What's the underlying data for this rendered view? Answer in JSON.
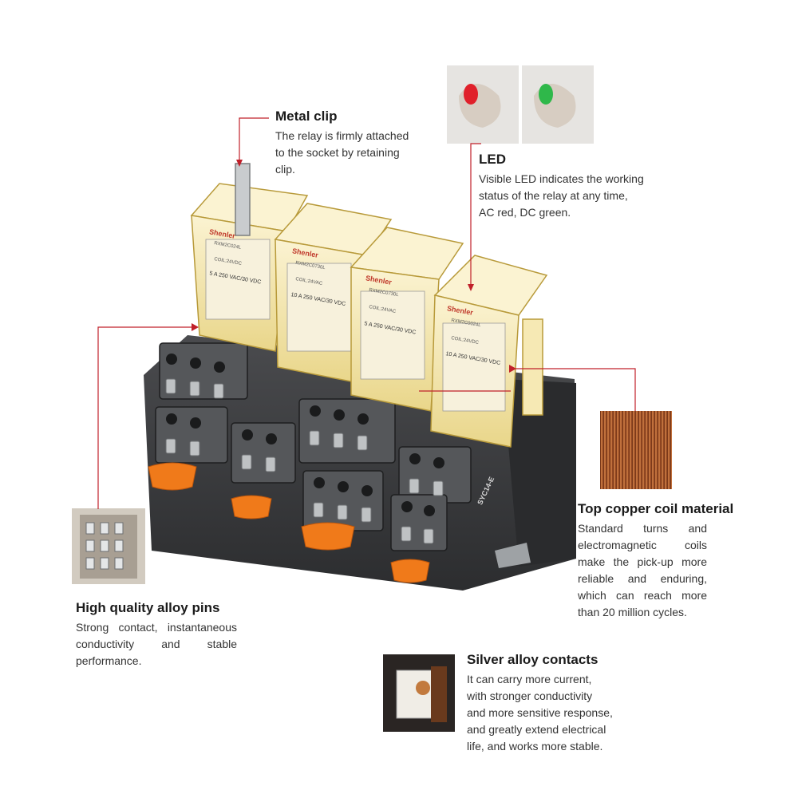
{
  "features": {
    "metal_clip": {
      "title": "Metal clip",
      "lines": [
        "The relay is firmly attached",
        "to the socket by retaining",
        "clip."
      ]
    },
    "led": {
      "title": "LED",
      "lines": [
        "Visible LED indicates the working",
        "status of the relay at any time,",
        "AC red, DC green."
      ]
    },
    "copper_coil": {
      "title": "Top copper coil material",
      "lines": [
        "Standard turns and",
        "electromagnetic coils",
        "make the pick-up more",
        "reliable and enduring,",
        "which can reach more",
        "than 20 million cycles."
      ]
    },
    "alloy_pins": {
      "title": "High quality alloy pins",
      "lines": [
        "Strong contact, instantaneous",
        "conductivity and stable",
        "performance."
      ]
    },
    "silver_contacts": {
      "title": "Silver alloy contacts",
      "lines": [
        "It can carry more current,",
        "with stronger conductivity",
        "and more sensitive response,",
        "and greatly extend electrical",
        "life, and works more stable."
      ]
    }
  },
  "relay_brand": "Shenler",
  "relays": [
    {
      "model": "RXM2C024L",
      "rating": "5 A 250 VAC/30 VDC",
      "coil": "COIL:24VDC"
    },
    {
      "model": "RXM2C0730L",
      "rating": "10 A 250 VAC/30 VDC",
      "coil": "COIL:24VAC"
    },
    {
      "model": "RXM2C0730L",
      "rating": "5 A 250 VAC/30 VDC",
      "coil": "COIL:24VAC"
    },
    {
      "model": "RXM2C0024L",
      "rating": "10 A 250 VAC/30 VDC",
      "coil": "COIL:24VDC"
    }
  ],
  "socket_label": "SYC14-E",
  "colors": {
    "callout_line": "#c0202a",
    "socket": "#3b3c3e",
    "relay_cover": "#f2e3a8",
    "tab": "#f07a1a",
    "copper": "#b0582a"
  }
}
